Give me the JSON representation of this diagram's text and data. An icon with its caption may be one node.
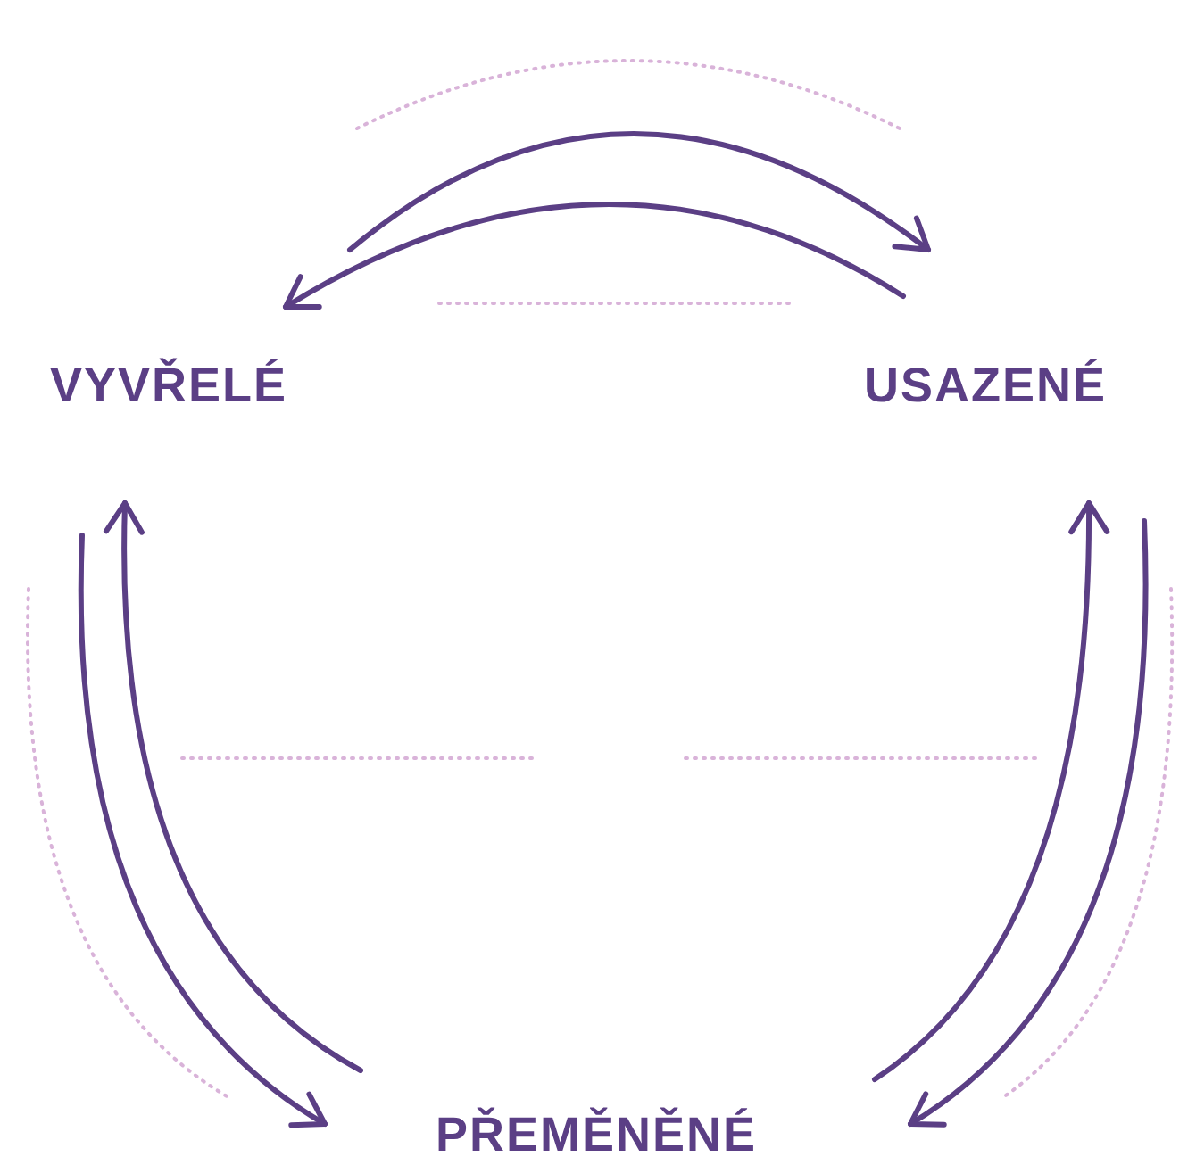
{
  "diagram": {
    "nodes": [
      {
        "text": [
          "VYVŘELÉ"
        ]
      },
      {
        "text": [
          "USAZENÉ"
        ]
      },
      {
        "text": [
          "PŘEMĚNĚNÉ"
        ]
      }
    ],
    "edges": [
      {
        "from": 0,
        "to": 1,
        "arrow": "to"
      },
      {
        "from": 1,
        "to": 0,
        "arrow": "to"
      },
      {
        "from": 0,
        "to": 2,
        "arrow": "to"
      },
      {
        "from": 2,
        "to": 0,
        "arrow": "to"
      },
      {
        "from": 1,
        "to": 2,
        "arrow": "to"
      },
      {
        "from": 2,
        "to": 1,
        "arrow": "to"
      }
    ]
  }
}
